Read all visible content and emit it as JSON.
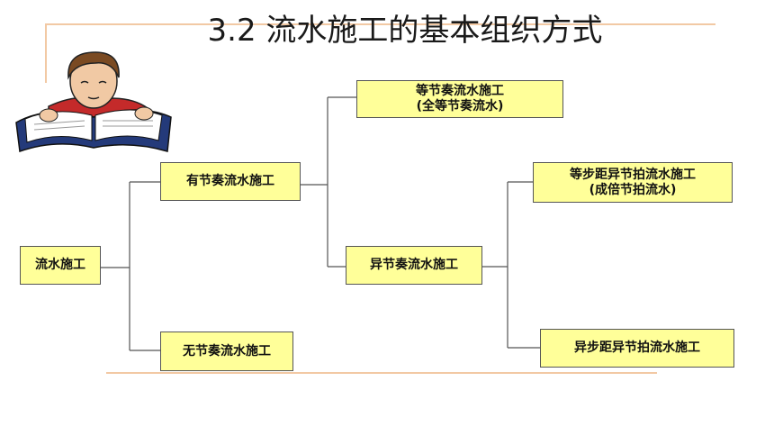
{
  "title": "3.2 流水施工的基本组织方式",
  "nodes": {
    "root": "流水施工",
    "rhythmic": "有节奏流水施工",
    "non_rhythmic": "无节奏流水施工",
    "equal_rhythm": {
      "line1": "等节奏流水施工",
      "line2": "(全等节奏流水)"
    },
    "unequal_rhythm": "异节奏流水施工",
    "equal_step": {
      "line1": "等步距异节拍流水施工",
      "line2": "(成倍节拍流水)"
    },
    "unequal_step": "异步距异节拍流水施工"
  },
  "colors": {
    "node_fill": "#ffff99",
    "node_border": "#555555",
    "accent_line": "#f2c9a4"
  }
}
